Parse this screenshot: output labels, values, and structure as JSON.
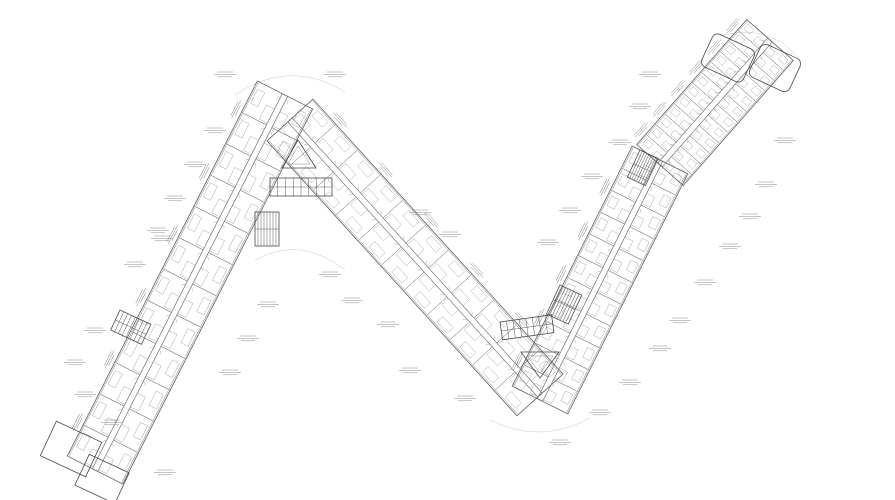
{
  "drawing": {
    "type": "architectural-floor-plan",
    "line_color": "#4a4a4a",
    "background": "#ffffff",
    "wings": [
      {
        "id": "wing-a",
        "units_per_side": 12
      },
      {
        "id": "wing-b",
        "units_per_side": 11
      },
      {
        "id": "wing-c",
        "units_per_side": 11
      },
      {
        "id": "wing-d",
        "units_per_side": 12
      }
    ],
    "atria": 2,
    "stair_cores": 4
  }
}
